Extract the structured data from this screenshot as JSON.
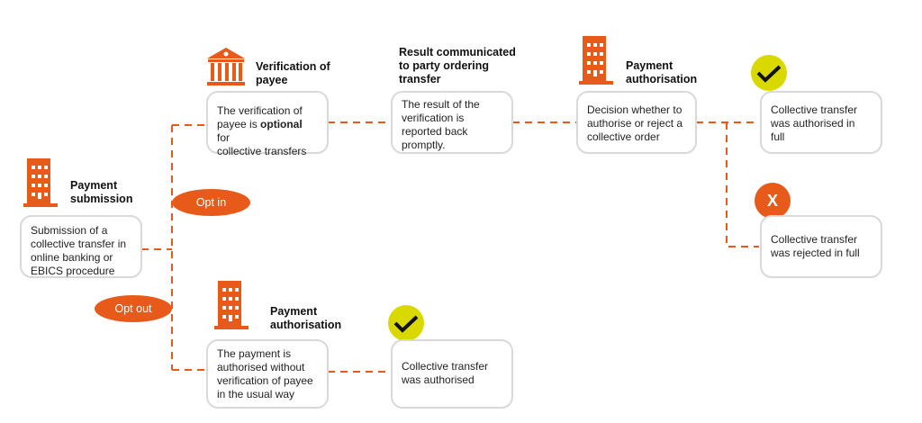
{
  "colors": {
    "accent": "#e75a1a",
    "check": "#d9d900",
    "border": "#d9d9d9"
  },
  "steps": {
    "submission": {
      "title_1": "Payment",
      "title_2": "submission",
      "text": [
        "Submission of a",
        "collective transfer in",
        "online banking or",
        "EBICS procedure"
      ],
      "icon": "building-icon"
    },
    "verification": {
      "title_1": "Verification of",
      "title_2": "payee",
      "text_1": "The verification of",
      "text_2a": "payee is ",
      "text_2b": "optional",
      "text_2c": " for",
      "text_3": "collective transfers",
      "icon": "bank-icon"
    },
    "result": {
      "title": [
        "Result communicated",
        "to party ordering",
        "transfer"
      ],
      "text": [
        "The result of the",
        "verification is",
        "reported back",
        "promptly."
      ]
    },
    "authorisation_top": {
      "title_1": "Payment",
      "title_2": "authorisation",
      "text": [
        "Decision whether to",
        "authorise or reject a",
        "collective order"
      ],
      "icon": "building-icon"
    },
    "authorised_full": {
      "text": [
        "Collective transfer",
        "was authorised in",
        "full"
      ],
      "icon": "check-icon"
    },
    "rejected_full": {
      "text": [
        "Collective transfer",
        "was rejected in full"
      ],
      "icon": "x-icon",
      "icon_label": "X"
    },
    "authorisation_bottom": {
      "title_1": "Payment",
      "title_2": "authorisation",
      "text": [
        "The payment is",
        "authorised without",
        "verification of payee",
        "in the usual way"
      ],
      "icon": "building-icon"
    },
    "authorised": {
      "text": [
        "Collective transfer",
        "was authorised"
      ],
      "icon": "check-icon"
    }
  },
  "branches": {
    "opt_in": "Opt in",
    "opt_out": "Opt out"
  }
}
